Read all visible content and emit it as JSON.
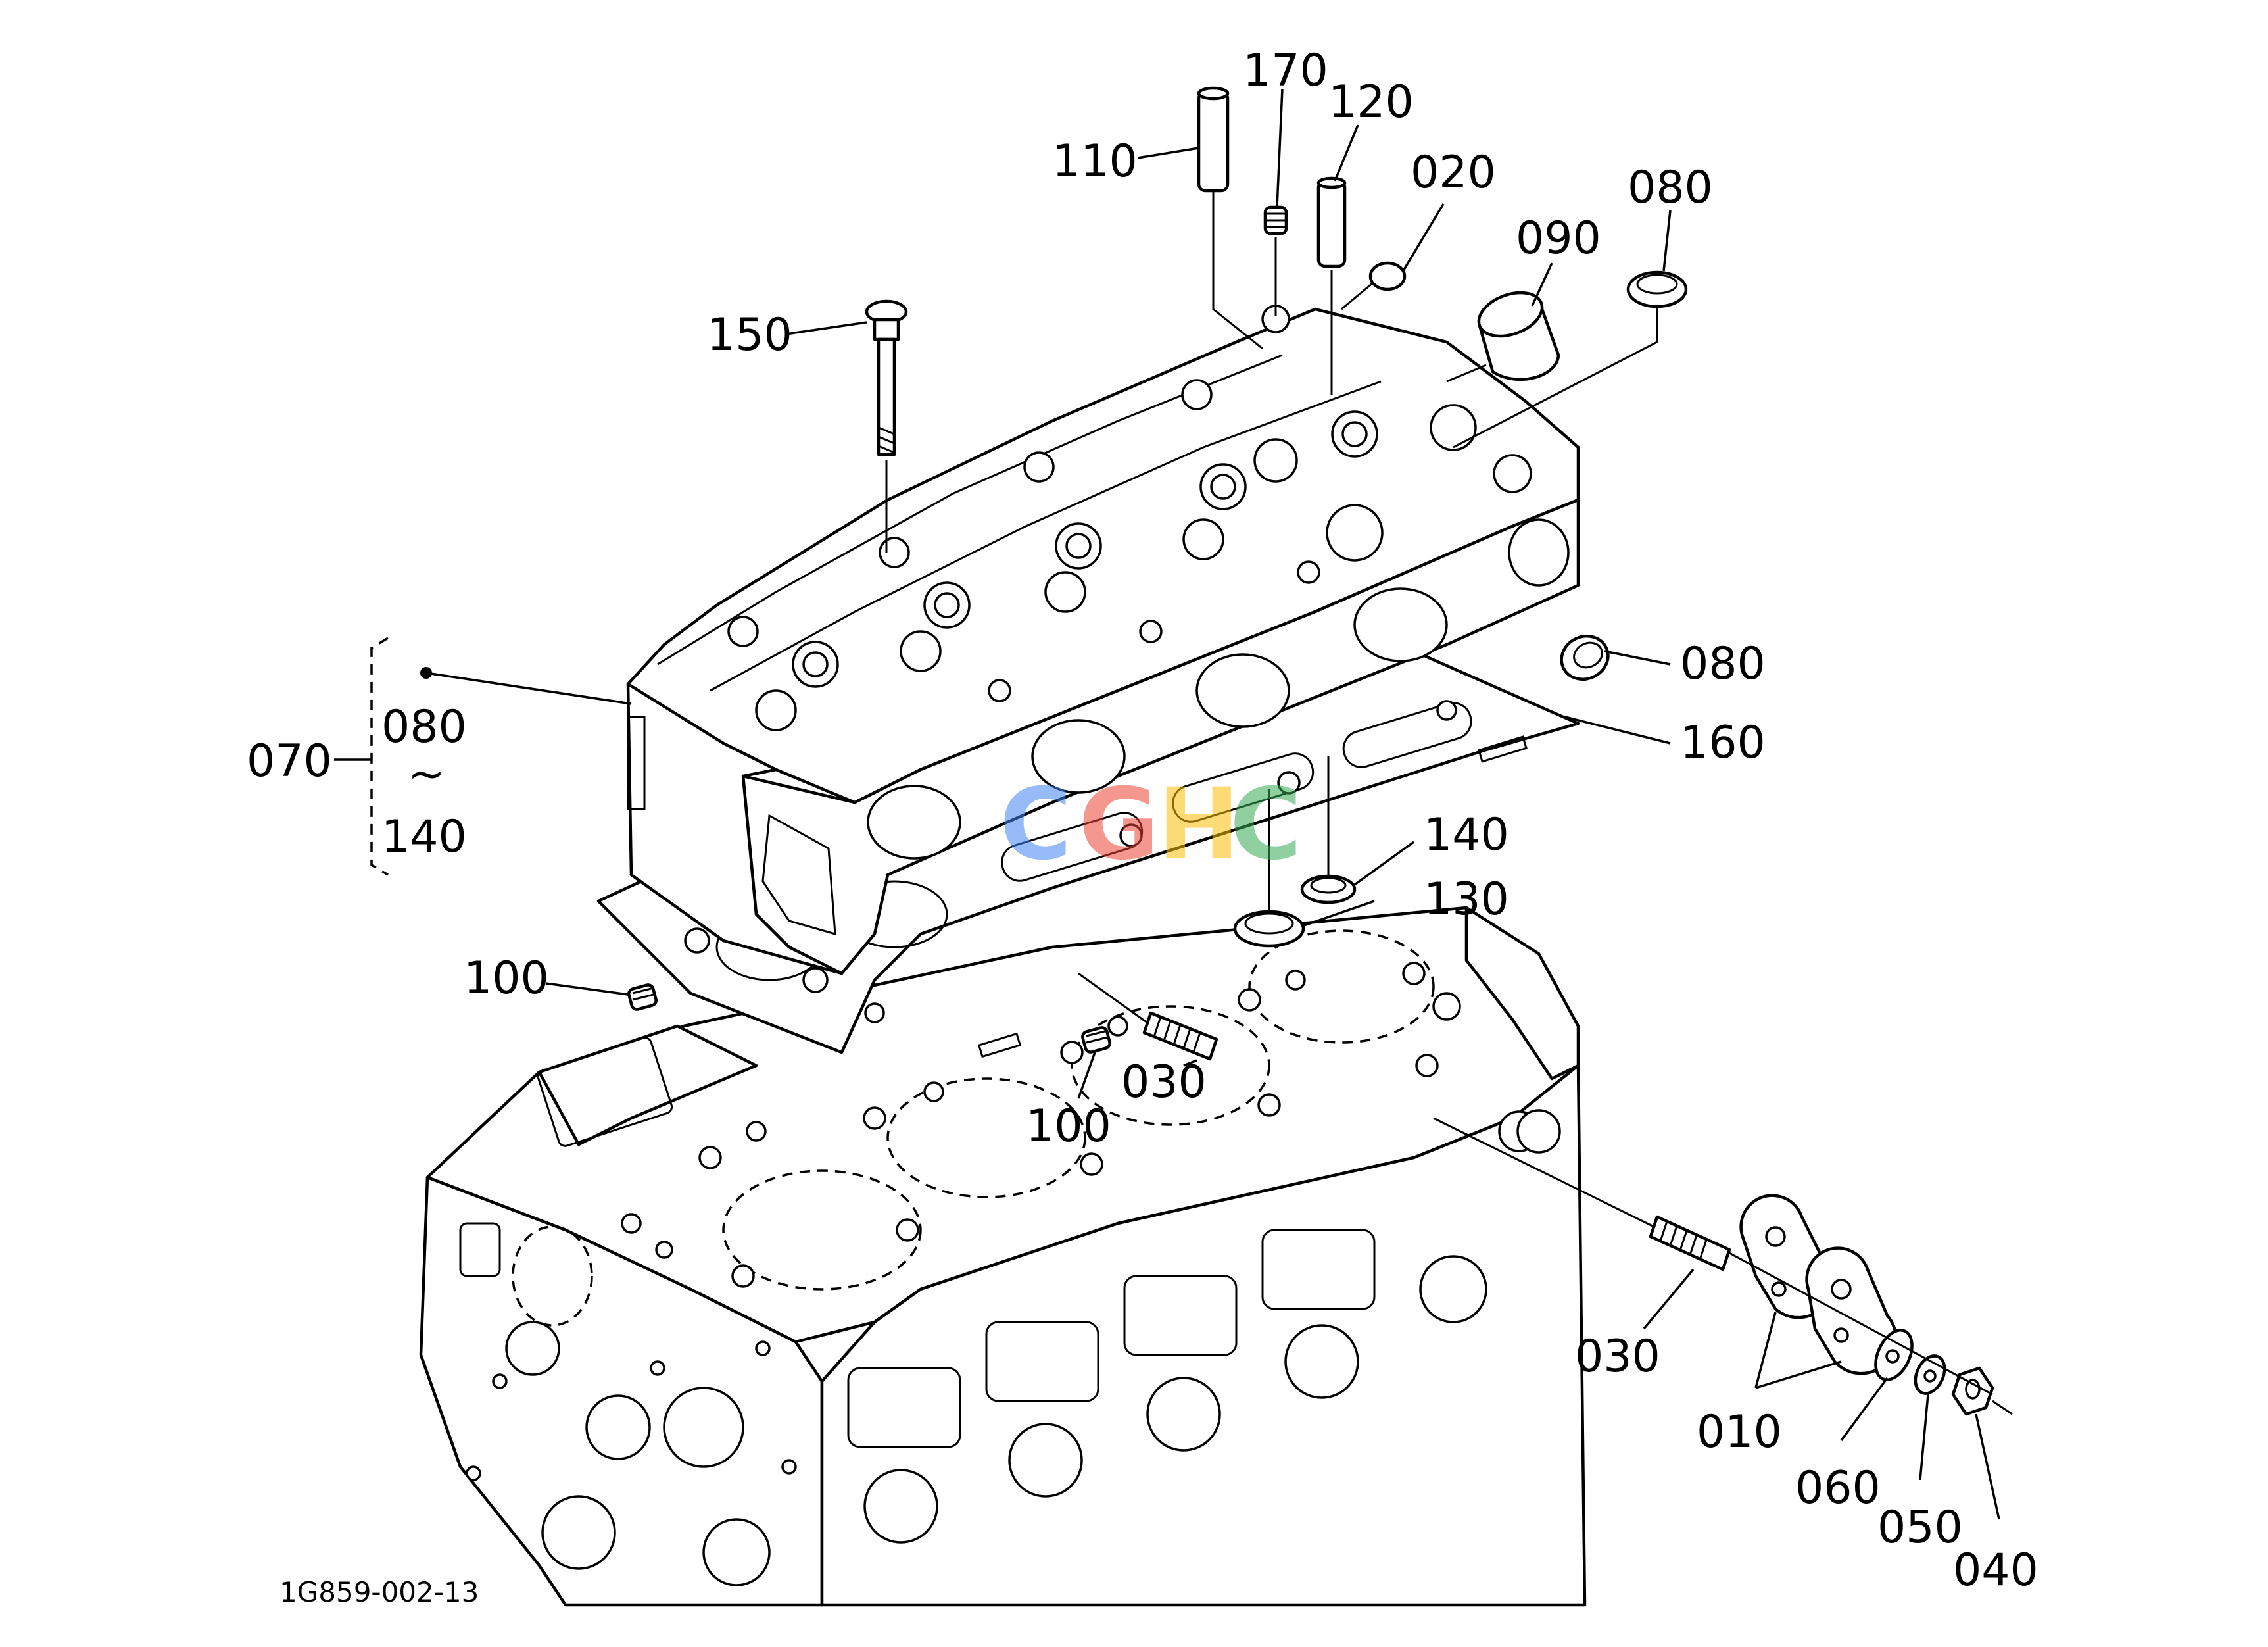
{
  "drawing_code": "1G859-002-13",
  "watermark": {
    "letters": [
      "C",
      "G",
      "H",
      "C"
    ],
    "colors": [
      "#4285F4",
      "#EA4335",
      "#FBBC05",
      "#34A853"
    ]
  },
  "callouts": {
    "p110": "110",
    "p170": "170",
    "p120": "120",
    "p020": "020",
    "p090": "090",
    "p080_top": "080",
    "p150": "150",
    "p070": "070",
    "p080_group": "080",
    "range_tilde": "~",
    "p140_group": "140",
    "p080_right": "080",
    "p160": "160",
    "p140": "140",
    "p130": "130",
    "p100_left": "100",
    "p100_mid": "100",
    "p030_mid": "030",
    "p030_right": "030",
    "p010": "010",
    "p060": "060",
    "p050": "050",
    "p040": "040"
  }
}
